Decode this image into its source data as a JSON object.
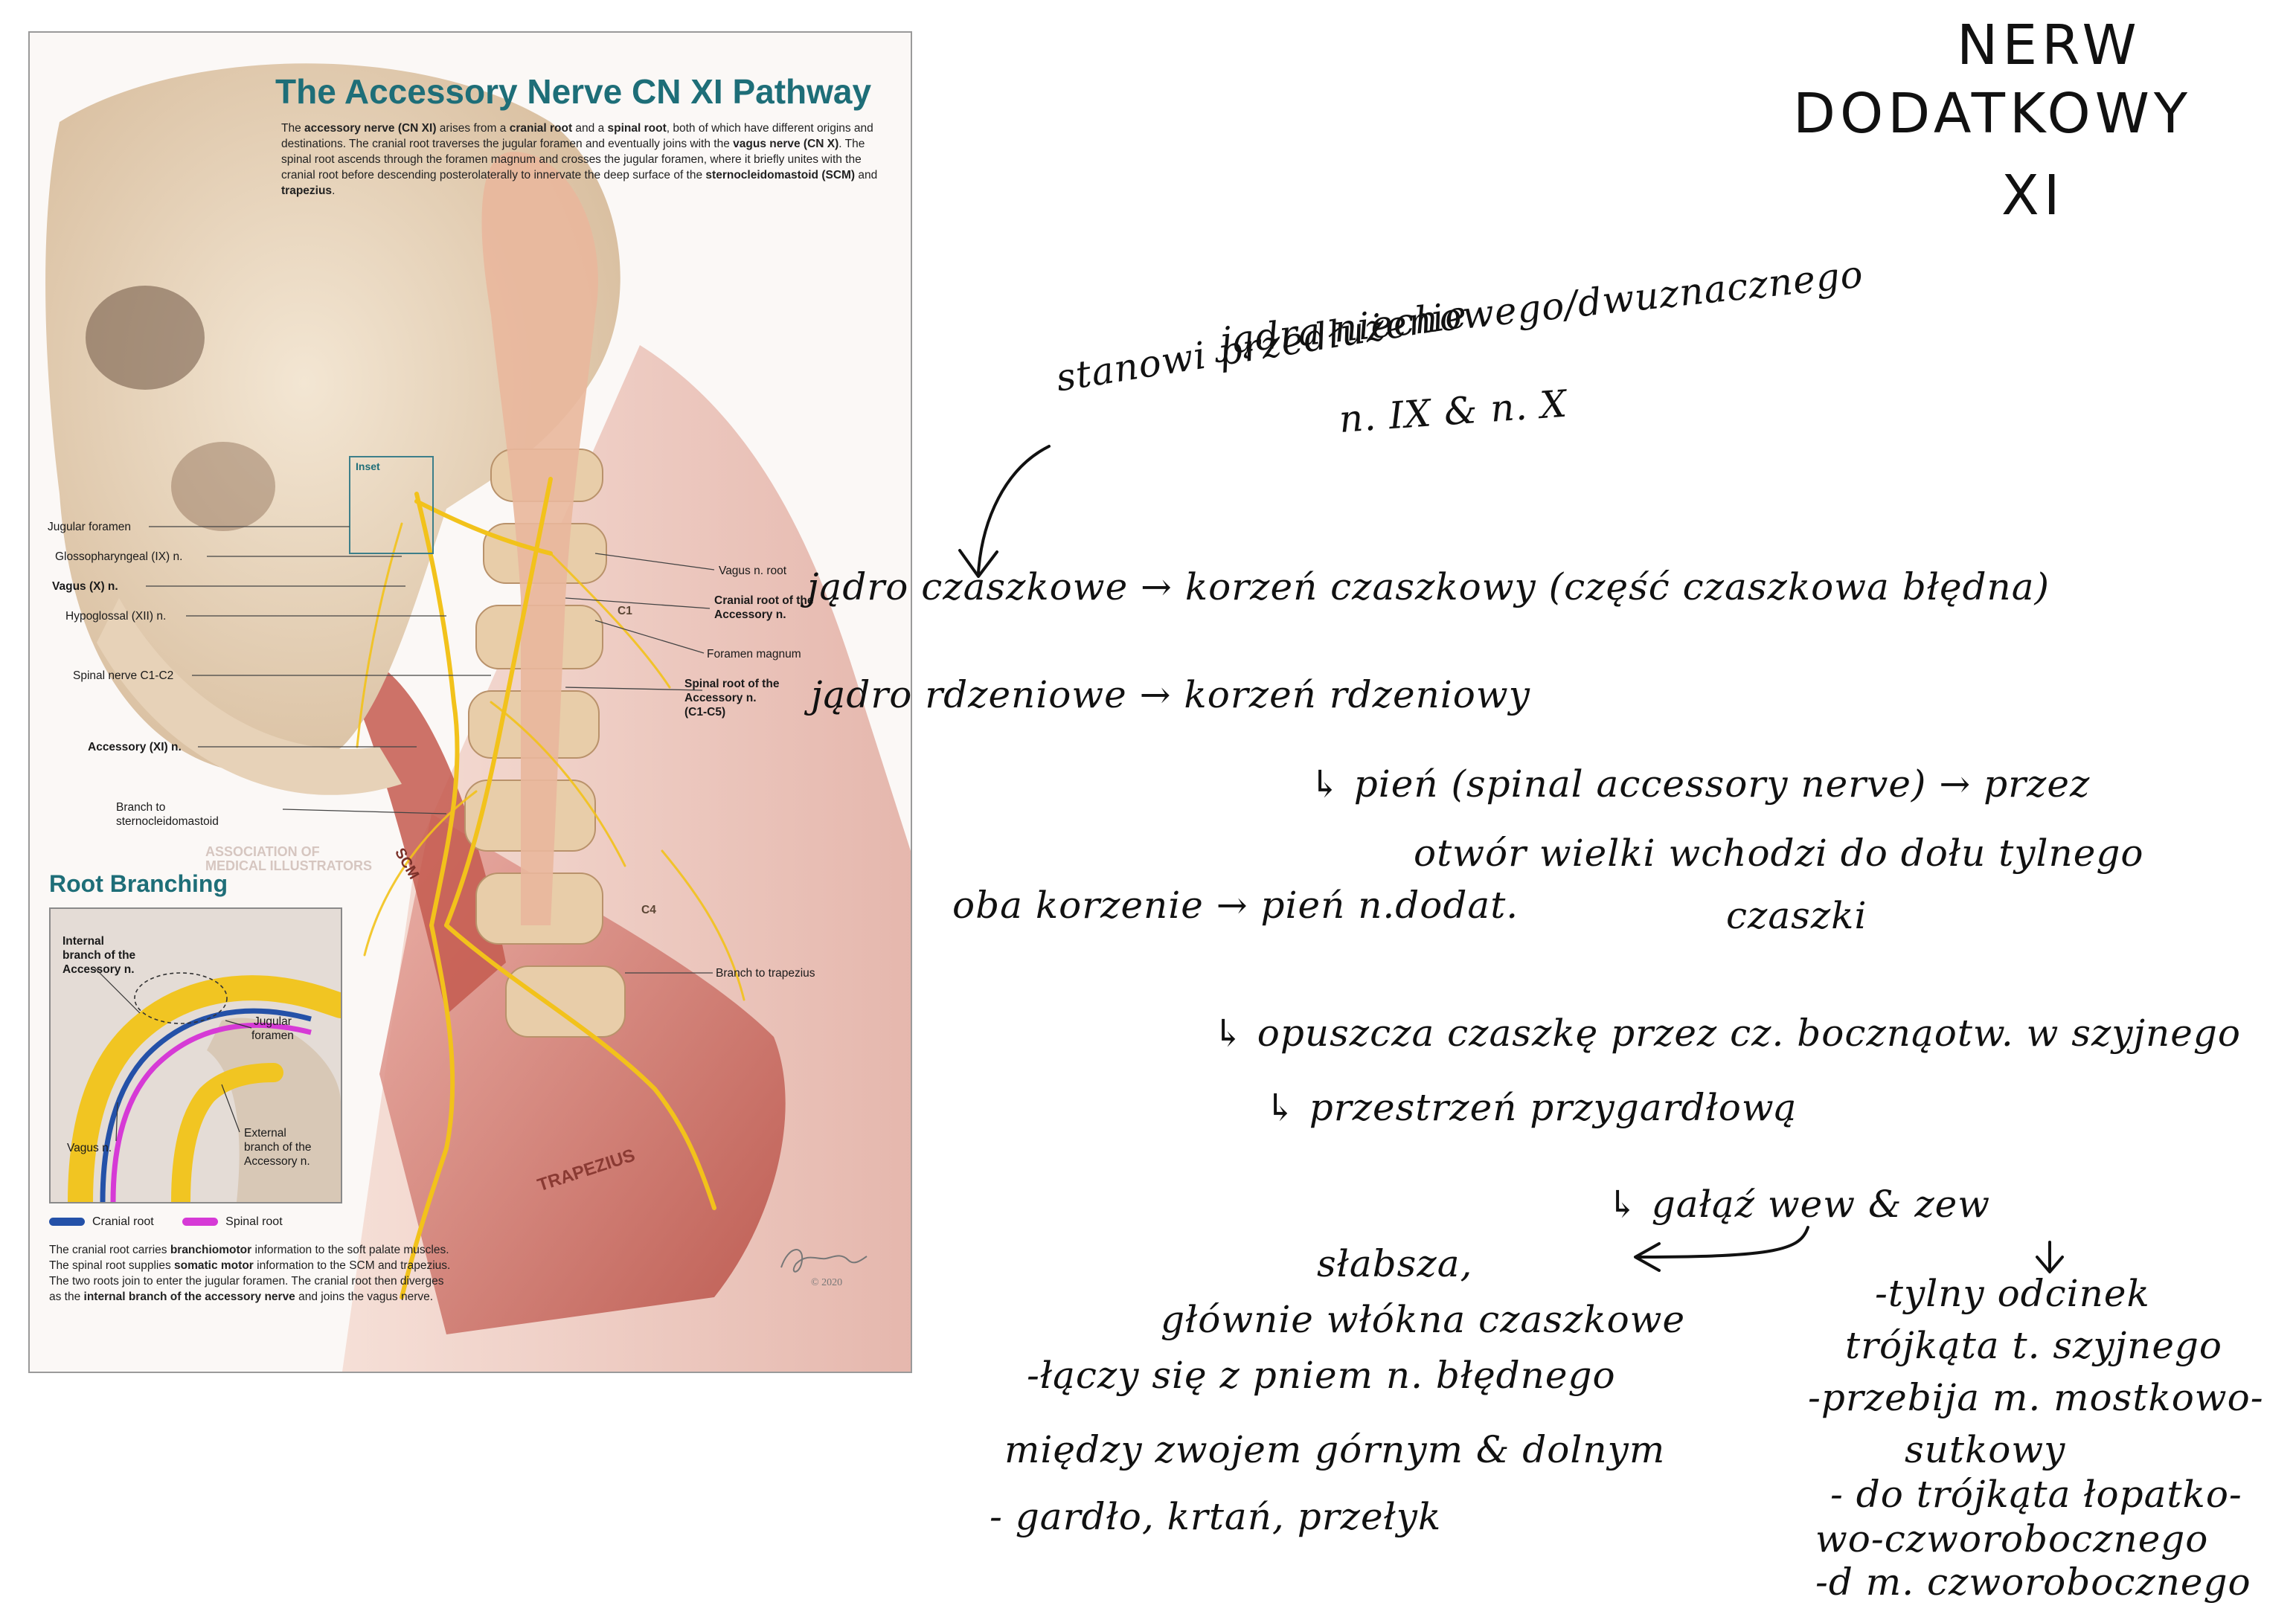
{
  "figure": {
    "title": "The Accessory Nerve CN XI Pathway",
    "intro": [
      {
        "t": "The "
      },
      {
        "t": "accessory nerve (CN XI)",
        "b": true
      },
      {
        "t": " arises from a "
      },
      {
        "t": "cranial root",
        "b": true
      },
      {
        "t": " and a "
      },
      {
        "t": "spinal root",
        "b": true
      },
      {
        "t": ", both of which have different origins and destinations. The cranial root traverses the jugular foramen and eventually joins with the "
      },
      {
        "t": "vagus nerve (CN X)",
        "b": true
      },
      {
        "t": ". The spinal root ascends through the foramen magnum and crosses the jugular foramen, where it briefly unites with the cranial root before descending posterolaterally to innervate the deep surface of the "
      },
      {
        "t": "sternocleidomastoid (SCM)",
        "b": true
      },
      {
        "t": " and "
      },
      {
        "t": "trapezius",
        "b": true
      },
      {
        "t": "."
      }
    ],
    "labels": {
      "jugular_foramen": "Jugular foramen",
      "glossopharyngeal": "Glossopharyngeal (IX) n.",
      "vagus": "Vagus (X) n.",
      "hypoglossal": "Hypoglossal (XII) n.",
      "spinal_nerve": "Spinal nerve C1-C2",
      "accessory": "Accessory (XI) n.",
      "branch_scm": "Branch to\nsternocleidomastoid",
      "inset": "Inset",
      "vagus_root": "Vagus n. root",
      "cranial_root": "Cranial root of the\nAccessory n.",
      "foramen_magnum": "Foramen magnum",
      "spinal_root": "Spinal root of the\nAccessory n.\n(C1-C5)",
      "branch_trapezius": "Branch to trapezius",
      "c1": "C1",
      "c4": "C4",
      "scm": "SCM",
      "trapezius": "TRAPEZIUS",
      "watermark": "ASSOCIATION OF\nMEDICAL ILLUSTRATORS"
    },
    "root_branching": {
      "title": "Root Branching",
      "internal_branch": "Internal\nbranch of the\nAccessory n.",
      "jugular_foramen": "Jugular\nforamen",
      "vagus": "Vagus n.",
      "external_branch": "External\nbranch of the\nAccessory n."
    },
    "legend": [
      {
        "label": "Cranial root",
        "color": "#2451a8"
      },
      {
        "label": "Spinal root",
        "color": "#d63ad6"
      }
    ],
    "caption": [
      {
        "t": "The cranial root carries "
      },
      {
        "t": "branchiomotor",
        "b": true
      },
      {
        "t": " information to the soft palate muscles. The spinal root supplies "
      },
      {
        "t": "somatic motor",
        "b": true
      },
      {
        "t": " information to the SCM and trapezius. The two roots join to enter the jugular foramen. The cranial root then diverges as the "
      },
      {
        "t": "internal branch of the accessory nerve",
        "b": true
      },
      {
        "t": " and joins the vagus nerve."
      }
    ],
    "signature": "Emily ___\n© 2020",
    "colors": {
      "title": "#1e6e78",
      "nerve": "#f2c21b",
      "muscle": "#c25a4e",
      "bone": "#e9d7bf"
    }
  },
  "notes": {
    "title": [
      "NERW",
      "DODATKOWY",
      "XI"
    ],
    "n1": "stanowi przedłużenie",
    "n2": "jądra niechowego/dwuznacznego",
    "n3": "n. IX & n. X",
    "n4": "jądro czaszkowe → korzeń czaszkowy (część czaszkowa błędna)",
    "n5": "jądro rdzeniowe → korzeń rdzeniowy",
    "n6": "↳ pień (spinal accessory nerve) → przez",
    "n7": "otwór wielki wchodzi do dołu tylnego",
    "n8": "czaszki",
    "n9": "oba korzenie → pień n.dodat.",
    "n10": "↳ opuszcza czaszkę przez cz. bocznąotw. w szyjnego",
    "n11": "↳ przestrzeń przygardłową",
    "n12": "↳ gałąź wew & zew",
    "left": [
      "słabsza,",
      "głównie włókna czaszkowe",
      "-łączy się z pniem n. błędnego",
      "między zwojem górnym & dolnym",
      "- gardło, krtań, przełyk"
    ],
    "right": [
      "-tylny odcinek",
      "trójkąta t. szyjnego",
      "-przebija m. mostkowo-",
      "sutkowy",
      "- do trójkąta łopatko-",
      "wo-czworobocznego",
      "-d m. czworobocznego"
    ]
  }
}
